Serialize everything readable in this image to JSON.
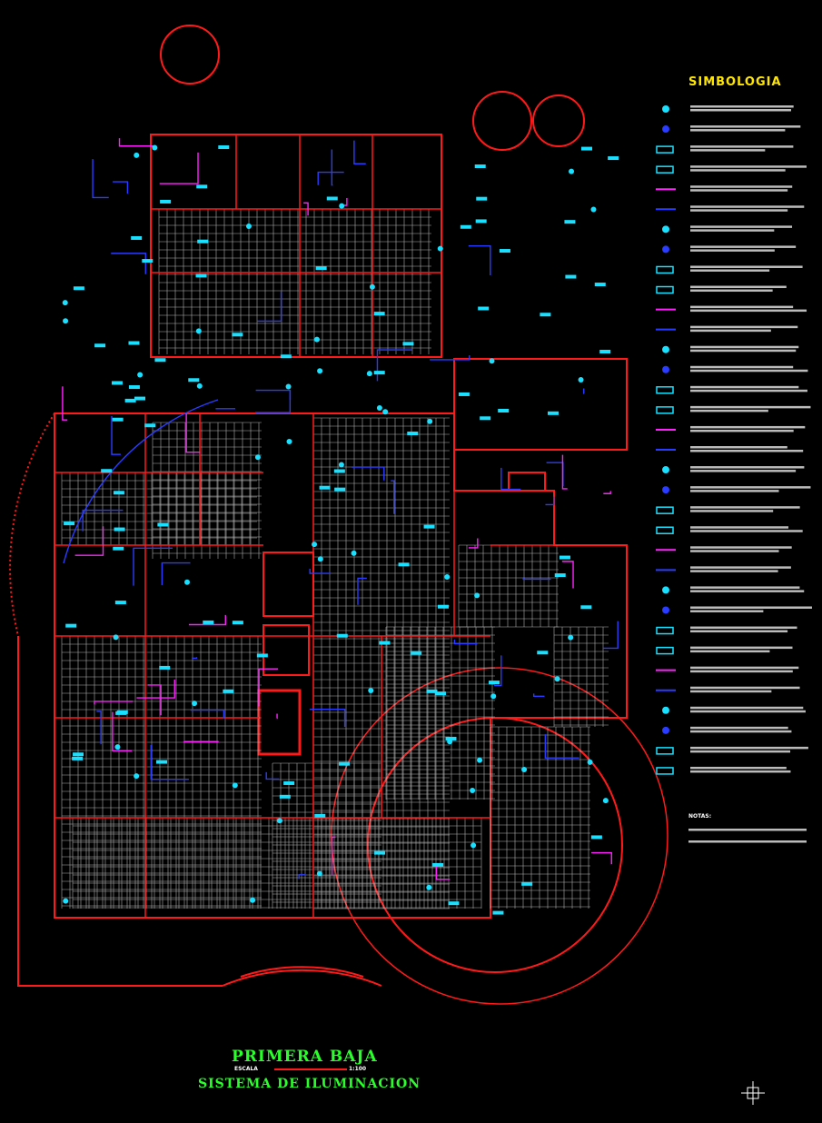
{
  "drawing": {
    "title": "PRIMERA BAJA",
    "subtitle": "SISTEMA DE ILUMINACION",
    "scale_label": "ESCALA",
    "scale_value": "1:100"
  },
  "legend": {
    "title": "SIMBOLOGIA",
    "notes_label": "NOTAS:",
    "symbol_count": 34
  },
  "colors": {
    "walls": "#ff1a1a",
    "grid": "#d8d8d8",
    "fixtures": "#19e0ff",
    "circuits_blue": "#2a3cff",
    "circuits_magenta": "#ff22ff",
    "title_green": "#2bff2b",
    "legend_title": "#ffe600"
  }
}
